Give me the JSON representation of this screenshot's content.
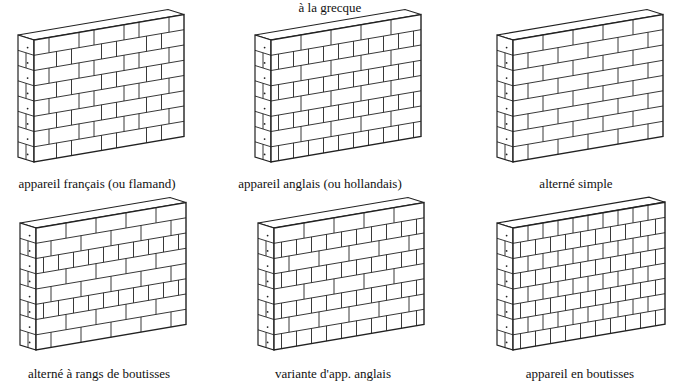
{
  "diagram": {
    "labels": [
      "à la grecque",
      "appareil français (ou flamand)",
      "appareil anglais (ou hollandais)",
      "alterné simple",
      "alterné à rangs de boutisses",
      "variante d'app. anglais",
      "appareil en boutisses"
    ]
  }
}
